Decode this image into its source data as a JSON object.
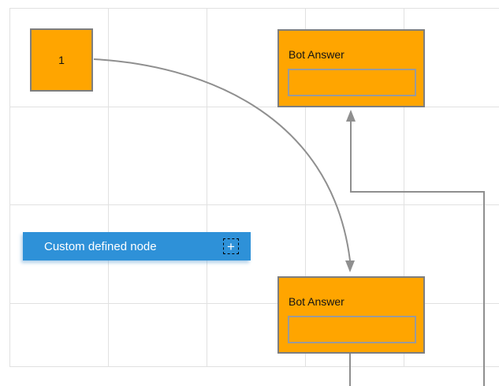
{
  "diagram": {
    "background_color": "#ffffff",
    "grid_color": "#e1e1e1",
    "connector_color": "#8f8f8f",
    "nodes": {
      "start": {
        "label": "1",
        "fill": "#ffa500",
        "border_color": "#7e7e7e"
      },
      "bot_answer_top": {
        "title": "Bot Answer",
        "field_value": "",
        "fill": "#ffa500",
        "border_color": "#7e7e7e"
      },
      "bot_answer_bottom": {
        "title": "Bot Answer",
        "field_value": "",
        "fill": "#ffa500",
        "border_color": "#7e7e7e"
      },
      "custom": {
        "label": "Custom defined node",
        "fill": "#2e91d8",
        "text_color": "#ffffff",
        "add_button": "+"
      }
    }
  }
}
